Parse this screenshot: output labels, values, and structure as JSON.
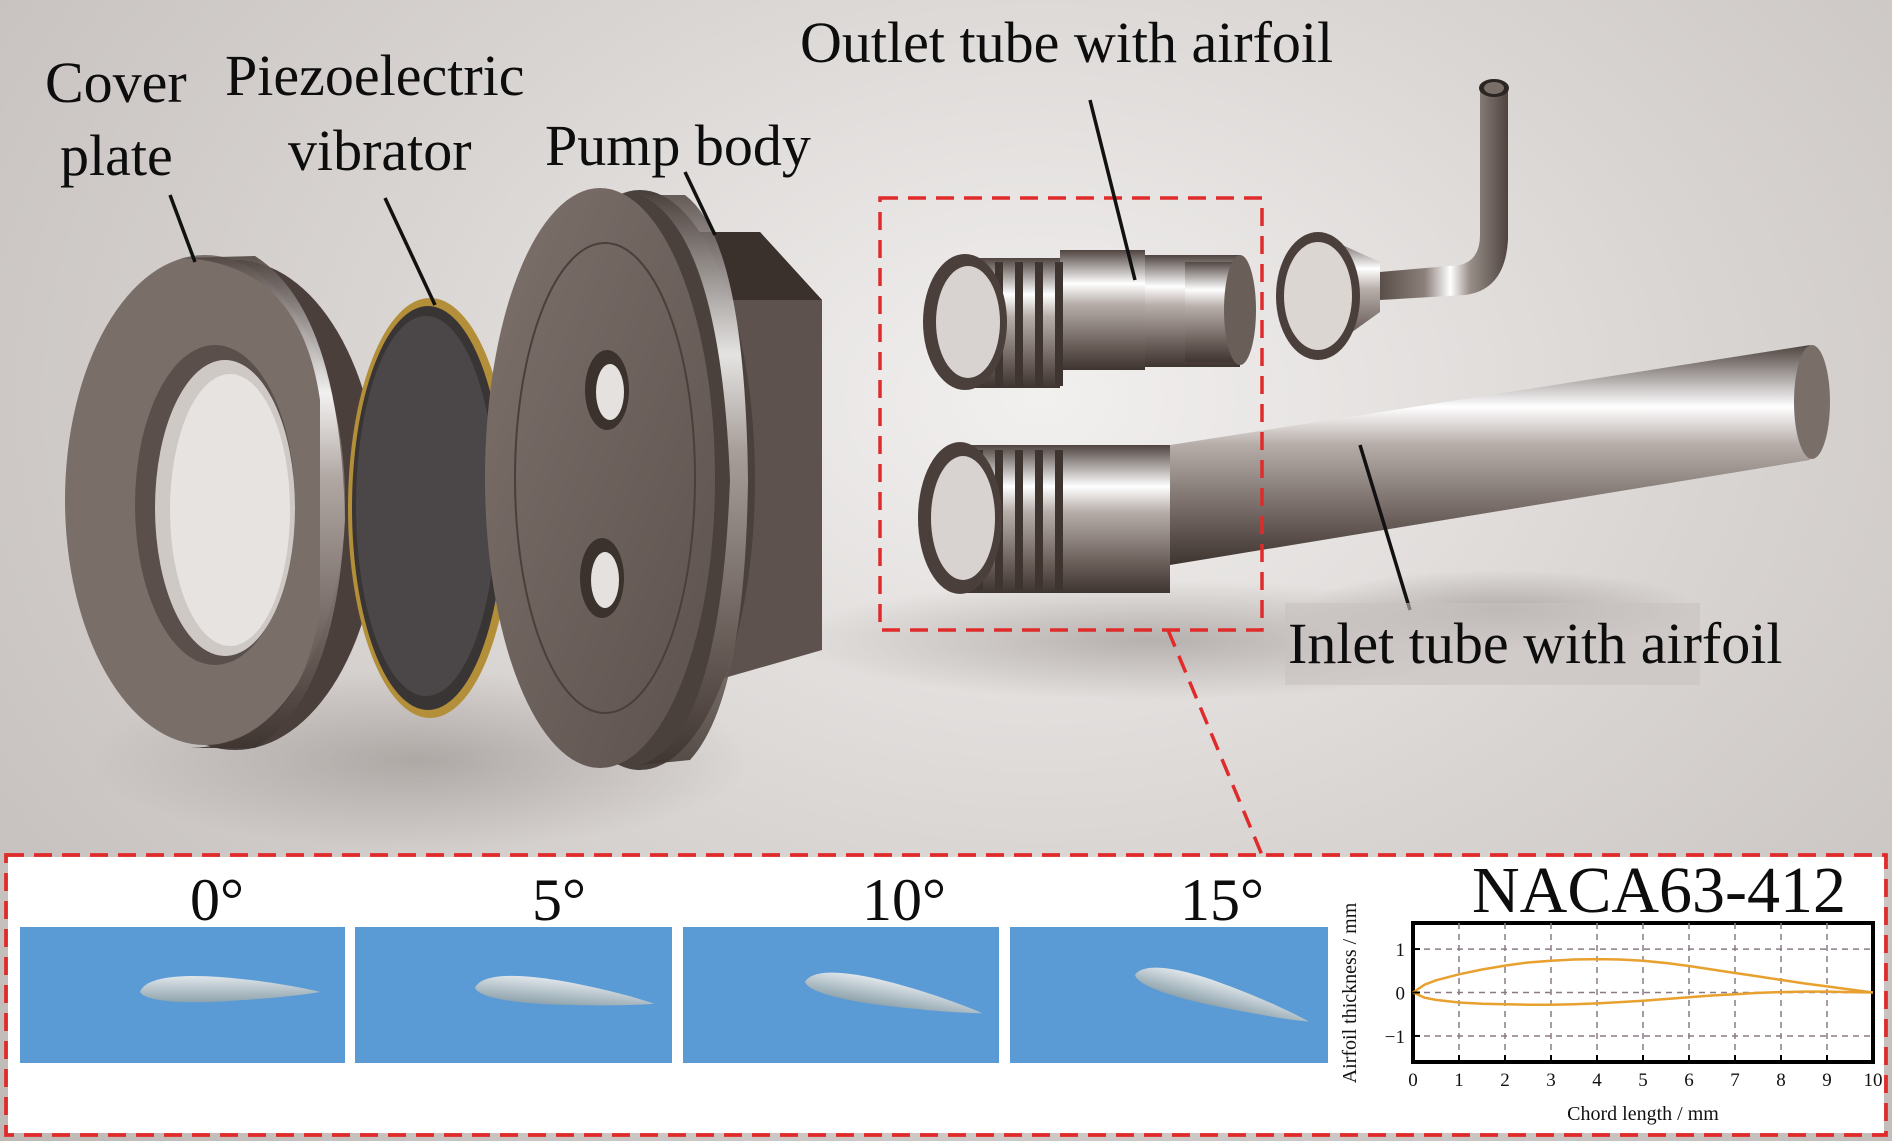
{
  "labels": {
    "cover_line1": "Cover",
    "cover_line2": "plate",
    "piezo_line1": "Piezoelectric",
    "piezo_line2": "vibrator",
    "pump_body": "Pump body",
    "outlet_tube": "Outlet tube with airfoil",
    "inlet_tube": "Inlet tube with airfoil"
  },
  "angles": [
    "0°",
    "5°",
    "10°",
    "15°"
  ],
  "colors": {
    "callout_dash": "#e02b2b",
    "panel_blue": "#5b9bd5",
    "airfoil_curve": "#e8a02e",
    "metal_dark": "#6e625d"
  },
  "chart_data": {
    "type": "line",
    "title": "NACA63-412",
    "xlabel": "Chord length / mm",
    "ylabel": "Airfoil thickness / mm",
    "xlim": [
      0,
      10
    ],
    "ylim": [
      -1.6,
      1.6
    ],
    "xticks": [
      "0",
      "1",
      "2",
      "3",
      "4",
      "5",
      "6",
      "7",
      "8",
      "9",
      "10"
    ],
    "yticks": [
      "1",
      "0",
      "−1"
    ],
    "ytick_values": [
      1,
      0,
      -1
    ],
    "grid": true,
    "series": [
      {
        "x": [
          0,
          0.25,
          0.5,
          1,
          1.5,
          2,
          2.5,
          3,
          3.5,
          4,
          4.5,
          5,
          5.5,
          6,
          6.5,
          7,
          7.5,
          8,
          8.5,
          9,
          9.5,
          10
        ],
        "y": [
          0,
          0.18,
          0.28,
          0.42,
          0.53,
          0.62,
          0.69,
          0.73,
          0.76,
          0.77,
          0.76,
          0.73,
          0.68,
          0.61,
          0.53,
          0.45,
          0.37,
          0.29,
          0.21,
          0.14,
          0.07,
          0
        ]
      },
      {
        "x": [
          0,
          0.25,
          0.5,
          1,
          1.5,
          2,
          2.5,
          3,
          3.5,
          4,
          4.5,
          5,
          5.5,
          6,
          6.5,
          7,
          7.5,
          8,
          8.5,
          9,
          9.5,
          10
        ],
        "y": [
          0,
          -0.12,
          -0.17,
          -0.23,
          -0.26,
          -0.27,
          -0.28,
          -0.28,
          -0.27,
          -0.25,
          -0.22,
          -0.19,
          -0.15,
          -0.11,
          -0.07,
          -0.04,
          -0.01,
          0.01,
          0.02,
          0.02,
          0.01,
          0
        ]
      }
    ]
  }
}
